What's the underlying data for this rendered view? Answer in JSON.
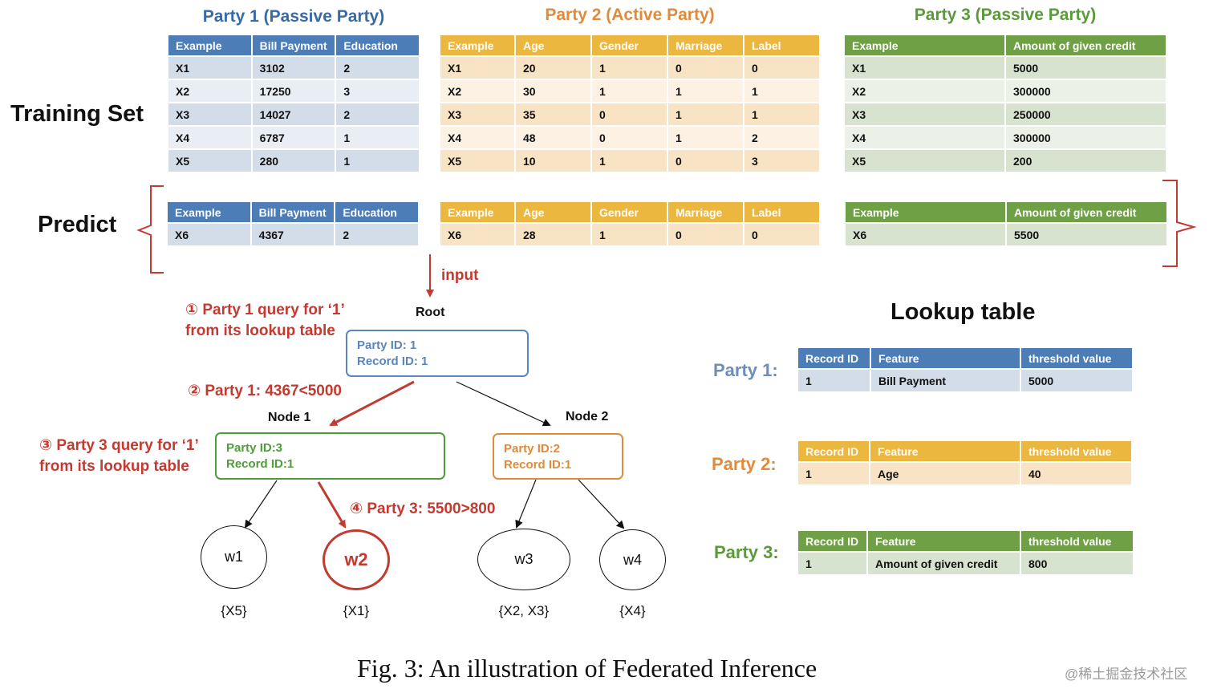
{
  "sections": {
    "training": "Training Set",
    "predict": "Predict",
    "lookup": "Lookup table"
  },
  "party1": {
    "title": "Party 1 (Passive Party)",
    "color": "#3a6aa6",
    "headers": [
      "Example",
      "Bill Payment",
      "Education"
    ],
    "train_rows": [
      [
        "X1",
        "3102",
        "2"
      ],
      [
        "X2",
        "17250",
        "3"
      ],
      [
        "X3",
        "14027",
        "2"
      ],
      [
        "X4",
        "6787",
        "1"
      ],
      [
        "X5",
        "280",
        "1"
      ]
    ],
    "predict_rows": [
      [
        "X6",
        "4367",
        "2"
      ]
    ]
  },
  "party2": {
    "title": "Party 2 (Active Party)",
    "color": "#e08a3a",
    "headers": [
      "Example",
      "Age",
      "Gender",
      "Marriage",
      "Label"
    ],
    "train_rows": [
      [
        "X1",
        "20",
        "1",
        "0",
        "0"
      ],
      [
        "X2",
        "30",
        "1",
        "1",
        "1"
      ],
      [
        "X3",
        "35",
        "0",
        "1",
        "1"
      ],
      [
        "X4",
        "48",
        "0",
        "1",
        "2"
      ],
      [
        "X5",
        "10",
        "1",
        "0",
        "3"
      ]
    ],
    "predict_rows": [
      [
        "X6",
        "28",
        "1",
        "0",
        "0"
      ]
    ]
  },
  "party3": {
    "title": "Party 3 (Passive Party)",
    "color": "#5b9a3a",
    "headers": [
      "Example",
      "Amount of given credit"
    ],
    "train_rows": [
      [
        "X1",
        "5000"
      ],
      [
        "X2",
        "300000"
      ],
      [
        "X3",
        "250000"
      ],
      [
        "X4",
        "300000"
      ],
      [
        "X5",
        "200"
      ]
    ],
    "predict_rows": [
      [
        "X6",
        "5500"
      ]
    ]
  },
  "flow": {
    "input": "input",
    "step1": [
      "① Party 1 query for ‘1’",
      "from its lookup table"
    ],
    "step2": "② Party 1: 4367<5000",
    "step3": [
      "③ Party 3 query for ‘1’",
      "from its lookup table"
    ],
    "step4": "④ Party 3: 5500>800"
  },
  "tree": {
    "root": {
      "label": "Root",
      "line1": "Party ID: 1",
      "line2": "Record ID: 1"
    },
    "node1": {
      "label": "Node 1",
      "line1": "Party ID:3",
      "line2": "Record ID:1"
    },
    "node2": {
      "label": "Node 2",
      "line1": "Party ID:2",
      "line2": "Record ID:1"
    },
    "leaves": [
      {
        "name": "w1",
        "set": "{X5}"
      },
      {
        "name": "w2",
        "set": "{X1}"
      },
      {
        "name": "w3",
        "set": "{X2, X3}"
      },
      {
        "name": "w4",
        "set": "{X4}"
      }
    ]
  },
  "lookup": {
    "headers": [
      "Record ID",
      "Feature",
      "threshold value"
    ],
    "party1": {
      "label": "Party 1:",
      "row": [
        "1",
        "Bill Payment",
        "5000"
      ]
    },
    "party2": {
      "label": "Party 2:",
      "row": [
        "1",
        "Age",
        "40"
      ]
    },
    "party3": {
      "label": "Party 3:",
      "row": [
        "1",
        "Amount of given credit",
        "800"
      ]
    }
  },
  "colors": {
    "red": "#c33a30",
    "blue": "#4d7db6",
    "orange": "#ecb73e",
    "green": "#70a046"
  },
  "caption": "Fig. 3: An illustration of Federated Inference",
  "watermark": "@稀土掘金技术社区"
}
